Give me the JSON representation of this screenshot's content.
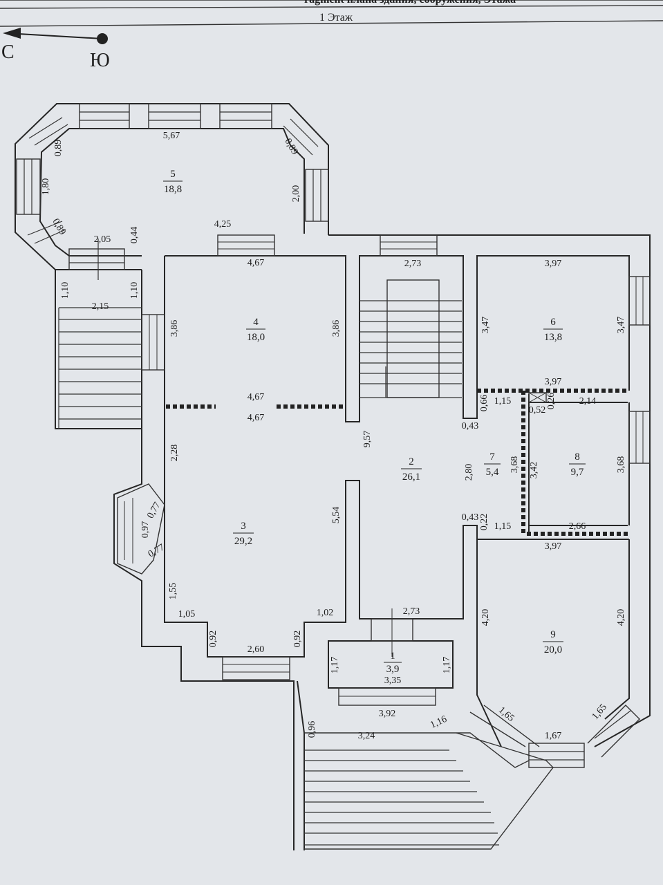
{
  "header": {
    "title_partial": "ragment плана здания, сооружения, Этажа",
    "floor": "1 Этаж"
  },
  "compass": {
    "north": "С",
    "south": "Ю"
  },
  "rooms": [
    {
      "number": "5",
      "area": "18,8"
    },
    {
      "number": "4",
      "area": "18,0"
    },
    {
      "number": "6",
      "area": "13,8"
    },
    {
      "number": "2",
      "area": "26,1"
    },
    {
      "number": "7",
      "area": "5,4"
    },
    {
      "number": "8",
      "area": "9,7"
    },
    {
      "number": "3",
      "area": "29,2"
    },
    {
      "number": "9",
      "area": "20,0"
    },
    {
      "number": "1",
      "area": "3,9"
    }
  ],
  "dimensions": [
    "5,67",
    "0,89",
    "0,89",
    "1,80",
    "2,00",
    "0,89",
    "4,25",
    "0,44",
    "2,05",
    "4,67",
    "2,73",
    "3,97",
    "1,10",
    "1,10",
    "2,15",
    "3,86",
    "3,86",
    "3,47",
    "3,47",
    "4,67",
    "4,67",
    "3,97",
    "0,66",
    "1,15",
    "0,52",
    "0,26",
    "2,14",
    "0,43",
    "9,57",
    "2,28",
    "2,80",
    "3,68",
    "3,42",
    "3,68",
    "5,54",
    "0,77",
    "0,97",
    "0,77",
    "0,43",
    "0,22",
    "1,15",
    "2,66",
    "3,97",
    "1,55",
    "1,05",
    "1,02",
    "2,73",
    "4,20",
    "4,20",
    "0,92",
    "0,92",
    "2,60",
    "1,17",
    "1,17",
    "3,35",
    "3,92",
    "0,96",
    "3,24",
    "1,16",
    "1,65",
    "1,65",
    "1,67"
  ]
}
